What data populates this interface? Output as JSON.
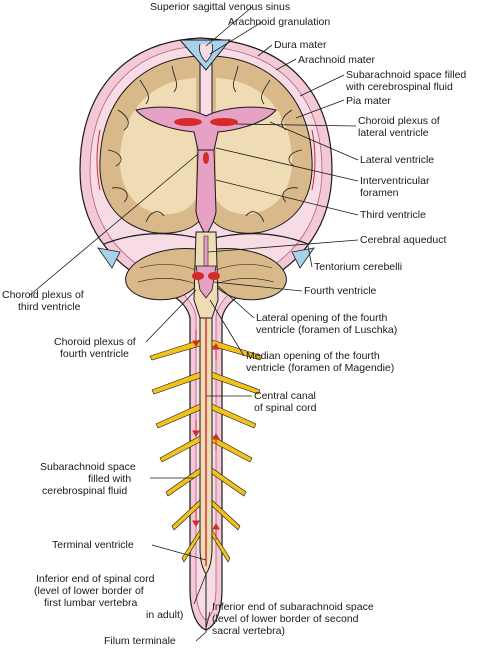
{
  "labels": {
    "superior_sagittal_sinus": "Superior sagittal venous sinus",
    "arachnoid_granulation": "Arachnoid granulation",
    "dura_mater": "Dura mater",
    "arachnoid_mater": "Arachnoid mater",
    "subarachnoid_space_top_1": "Subarachnoid space filled",
    "subarachnoid_space_top_2": "with cerebrospinal fluid",
    "pia_mater": "Pia mater",
    "choroid_lateral_1": "Choroid plexus of",
    "choroid_lateral_2": "lateral ventricle",
    "lateral_ventricle": "Lateral ventricle",
    "interventricular_1": "Interventricular",
    "interventricular_2": "foramen",
    "third_ventricle": "Third ventricle",
    "cerebral_aqueduct": "Cerebral aqueduct",
    "tentorium": "Tentorium cerebelli",
    "choroid_third_1": "Choroid plexus of",
    "choroid_third_2": "third ventricle",
    "fourth_ventricle": "Fourth ventricle",
    "lateral_opening_1": "Lateral opening of the fourth",
    "lateral_opening_2": "ventricle (foramen of Luschka)",
    "choroid_fourth_1": "Choroid plexus of",
    "choroid_fourth_2": "fourth ventricle",
    "median_opening_1": "Median opening of the fourth",
    "median_opening_2": "ventricle (foramen of Magendie)",
    "central_canal_1": "Central canal",
    "central_canal_2": "of spinal cord",
    "subarachnoid_spine_1": "Subarachnoid space",
    "subarachnoid_spine_2": "filled with",
    "subarachnoid_spine_3": "cerebrospinal fluid",
    "terminal_ventricle": "Terminal ventricle",
    "inferior_cord_1": "Inferior end of spinal cord",
    "inferior_cord_2": "(level of lower border of",
    "inferior_cord_3": "first lumbar vertebra",
    "inferior_cord_4": "in adult)",
    "inferior_sub_1": "Inferior end of subarachnoid space",
    "inferior_sub_2": "(level of lower border of second",
    "inferior_sub_3": "sacral vertebra)",
    "filum_terminale": "Filum terminale"
  },
  "colors": {
    "outline": "#1a1a1a",
    "dura": "#f3c9d6",
    "subarachnoid": "#f7dce6",
    "gray_matter": "#d9b98a",
    "white_matter": "#f0dcb4",
    "ventricle": "#e6a1c4",
    "choroid": "#d42a2a",
    "sinus": "#a8d2ea",
    "nerve": "#f2c21c",
    "arrow": "#d42a2a"
  }
}
